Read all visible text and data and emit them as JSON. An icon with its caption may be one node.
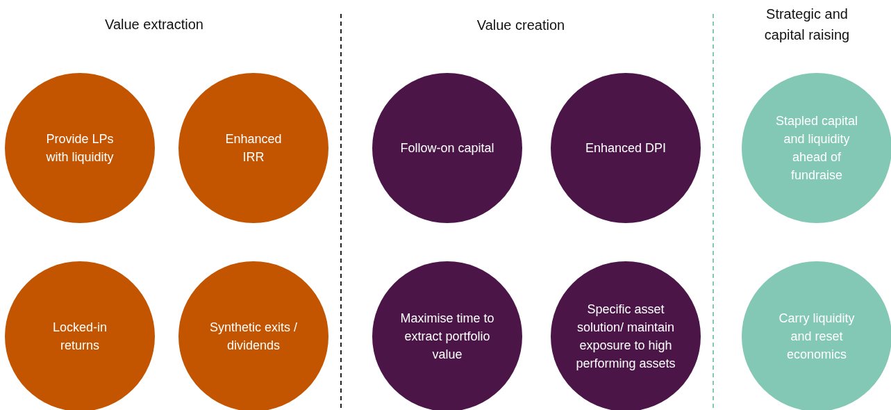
{
  "diagram": {
    "nodes": [
      {
        "text": [
          "Provide LPs with liquidity"
        ]
      },
      {
        "text": [
          "Enhanced IRR"
        ]
      },
      {
        "text": [
          "Locked-in returns"
        ]
      },
      {
        "text": [
          "Synthetic exits / dividends"
        ]
      },
      {
        "text": [
          "Follow-on capital"
        ]
      },
      {
        "text": [
          "Enhanced DPI"
        ]
      },
      {
        "text": [
          "Maximise time to extract portfolio value"
        ]
      },
      {
        "text": [
          "Specific asset solution/ maintain exposure to high performing assets"
        ]
      },
      {
        "text": [
          "Stapled capital and liquidity ahead of fundraise"
        ]
      },
      {
        "text": [
          "Carry liquidity and reset economics"
        ]
      }
    ],
    "edges": [],
    "labels": [
      "Value extraction",
      "Value creation",
      "Strategic and capital raising"
    ]
  }
}
